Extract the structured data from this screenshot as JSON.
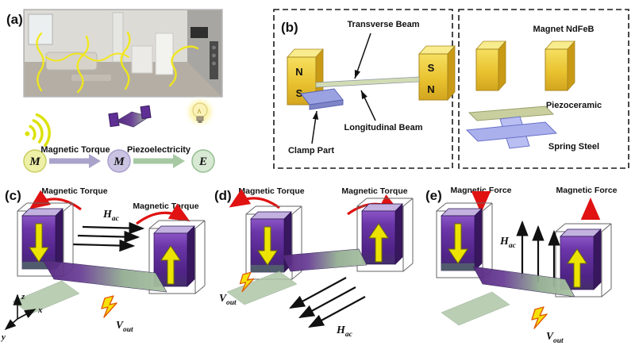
{
  "panels": {
    "a": {
      "label": "(a)",
      "flow": {
        "node_m_source": "M",
        "arrow1_label": "Magnetic Torque",
        "node_m_device": "M",
        "arrow2_label": "Piezoelectricity",
        "node_e": "E"
      }
    },
    "b": {
      "label": "(b)",
      "assembly": {
        "transverse_beam": "Transverse Beam",
        "longitudinal_beam": "Longitudinal Beam",
        "clamp_part": "Clamp Part",
        "left_magnet_top": "N",
        "left_magnet_bottom": "S",
        "right_magnet_top": "S",
        "right_magnet_bottom": "N"
      },
      "exploded": {
        "magnet": "Magnet NdFeB",
        "piezoceramic": "Piezoceramic",
        "spring_steel": "Spring Steel"
      }
    },
    "c": {
      "label": "(c)",
      "torque_left": "Magnetic Torque",
      "torque_right": "Magnetic Torque",
      "field_symbol": "H",
      "field_sub": "ac",
      "vout_symbol": "V",
      "vout_sub": "out",
      "axis_x": "x",
      "axis_y": "y",
      "axis_z": "z"
    },
    "d": {
      "label": "(d)",
      "torque_left": "Magnetic Torque",
      "torque_right": "Magnetic Torque",
      "field_symbol": "H",
      "field_sub": "ac",
      "vout_symbol": "V",
      "vout_sub": "out"
    },
    "e": {
      "label": "(e)",
      "force_left": "Magnetic Force",
      "force_right": "Magnetic Force",
      "field_symbol": "H",
      "field_sub": "ac",
      "vout_symbol": "V",
      "vout_sub": "out"
    }
  },
  "colors": {
    "magnet_yellow": "#e9c22f",
    "magnet_purple": "#5c2b92",
    "piezo_green": "#c9cf9e",
    "spring_blue": "#a9b0ec",
    "field_squiggle_yellow": "#f2e818",
    "torque_red": "#e01212",
    "bolt_yellow": "#f6e20a"
  }
}
